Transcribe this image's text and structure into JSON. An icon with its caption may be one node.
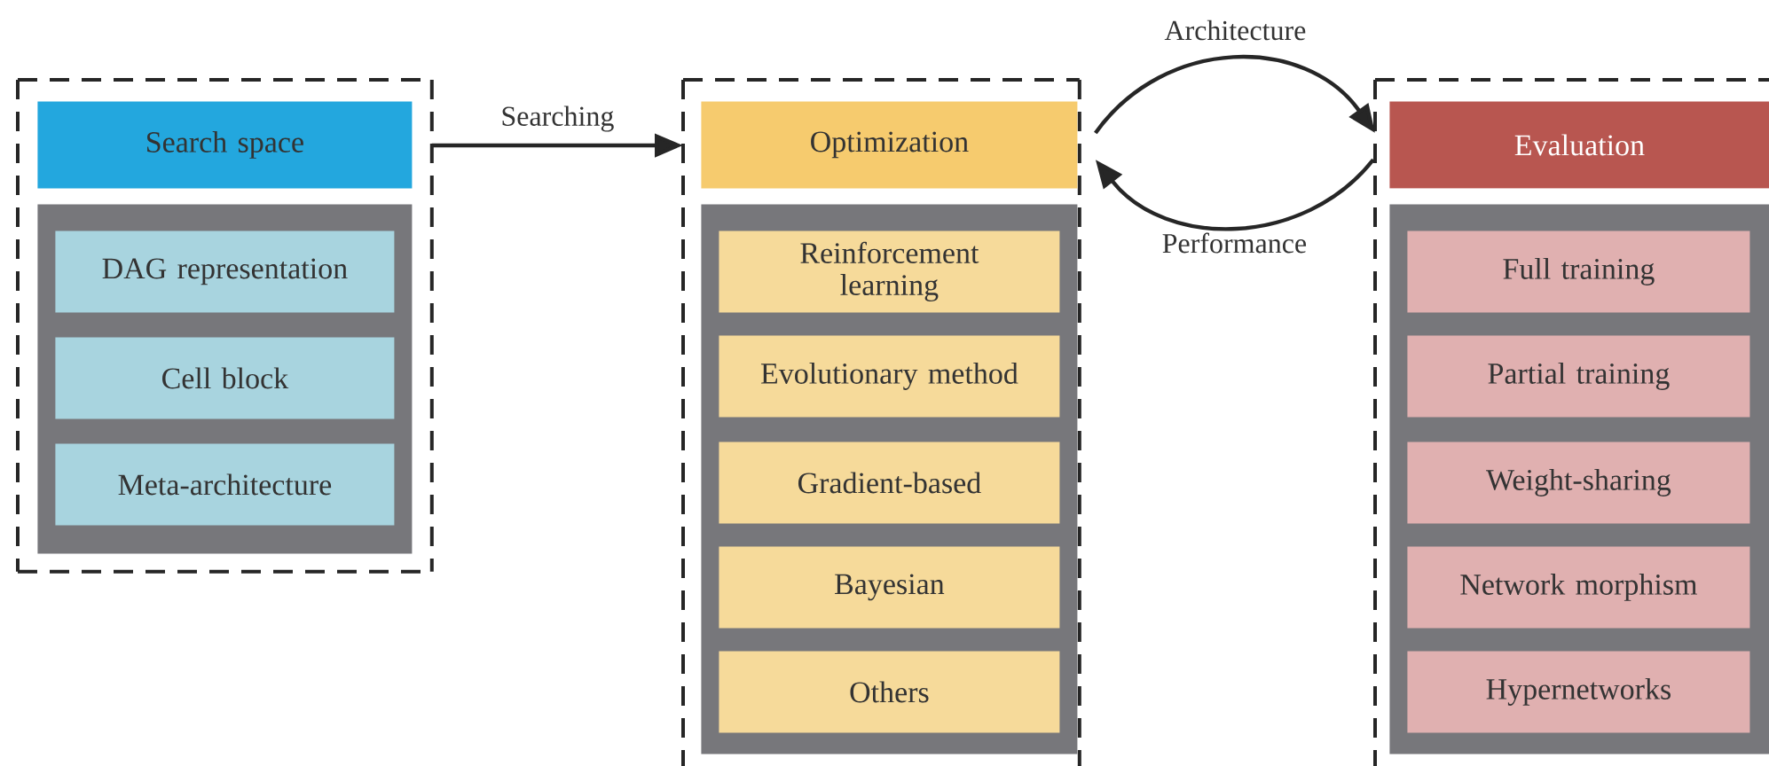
{
  "diagram": {
    "nodes": [
      {
        "text": [],
        "shape": "box"
      },
      {
        "text": [
          "Search space"
        ],
        "in": 0
      },
      {
        "text": [],
        "shape": "box",
        "in": 0
      },
      {
        "text": [
          "DAG representation"
        ],
        "in": 2
      },
      {
        "text": [
          "Cell block"
        ],
        "in": 2
      },
      {
        "text": [
          "Meta-architecture"
        ],
        "in": 2
      },
      {
        "text": [],
        "shape": "box"
      },
      {
        "text": [
          "Optimization"
        ],
        "in": 6
      },
      {
        "text": [],
        "shape": "box",
        "in": 6
      },
      {
        "text": [
          "Reinforcement learning"
        ],
        "in": 8
      },
      {
        "text": [
          "Evolutionary method"
        ],
        "in": 8
      },
      {
        "text": [
          "Gradient-based"
        ],
        "in": 8
      },
      {
        "text": [
          "Bayesian"
        ],
        "in": 8
      },
      {
        "text": [
          "Others"
        ],
        "in": 8
      },
      {
        "text": [],
        "shape": "box"
      },
      {
        "text": [
          "Evaluation"
        ],
        "in": 14
      },
      {
        "text": [],
        "shape": "box",
        "in": 14
      },
      {
        "text": [
          "Full training"
        ],
        "in": 16
      },
      {
        "text": [
          "Partial training"
        ],
        "in": 16
      },
      {
        "text": [
          "Weight-sharing"
        ],
        "in": 16
      },
      {
        "text": [
          "Network morphism"
        ],
        "in": 16
      },
      {
        "text": [
          "Hypernetworks"
        ],
        "in": 16
      }
    ],
    "edges": [
      {
        "from": 0,
        "to": 6,
        "arrow": "to",
        "label": "Searching"
      },
      {
        "from": 6,
        "to": 14,
        "arrow": "to",
        "label": "Architecture"
      },
      {
        "from": 14,
        "to": 6,
        "arrow": "to",
        "label": "Performance"
      }
    ]
  }
}
